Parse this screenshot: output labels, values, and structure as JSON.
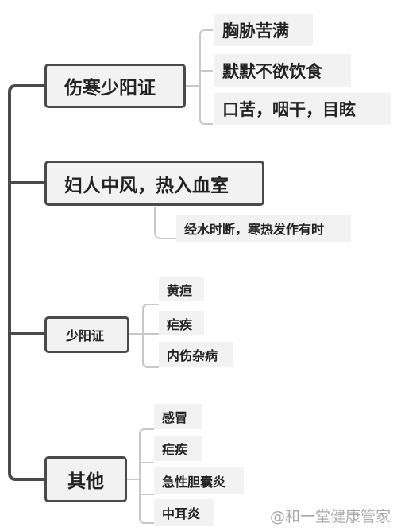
{
  "branches": [
    {
      "label": "伤寒少阳证",
      "children": [
        "胸胁苦满",
        "默默不欲饮食",
        "口苦，咽干，目眩"
      ]
    },
    {
      "label": "妇人中风，热入血室",
      "children": [
        "经水时断，寒热发作有时"
      ]
    },
    {
      "label": "少阳证",
      "children": [
        "黄疸",
        "疟疾",
        "内伤杂病"
      ]
    },
    {
      "label": "其他",
      "children": [
        "感冒",
        "疟疾",
        "急性胆囊炎",
        "中耳炎"
      ]
    }
  ],
  "watermark": "@和一堂健康管家",
  "colors": {
    "line": "#4a4a4a",
    "leaf_line": "#c8c8c8",
    "fill": "#f2f2f2"
  }
}
